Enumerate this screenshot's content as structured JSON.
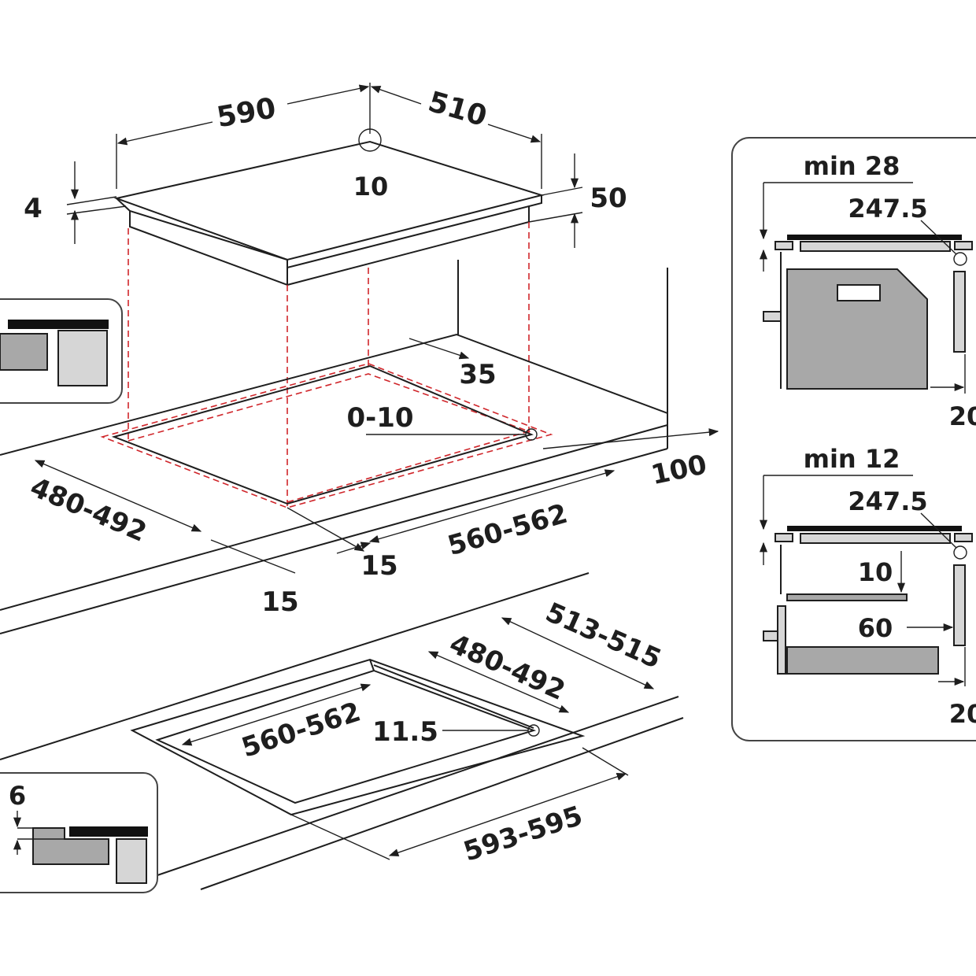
{
  "cooktop": {
    "width": "590",
    "depth": "510",
    "corner_radius": "10",
    "glass_thickness": "4",
    "total_height": "50"
  },
  "cutout_standard": {
    "rear_clearance": "35",
    "clip_radius": "0-10",
    "cut_depth": "480-492",
    "cut_width": "560-562",
    "side_clearance": "100",
    "front_clearance_left": "15",
    "front_clearance_right": "15"
  },
  "cutout_flush": {
    "outer_depth": "513-515",
    "inner_depth": "480-492",
    "inner_width": "560-562",
    "corner_radius": "11.5",
    "outer_width": "593-595",
    "recess_depth": "6"
  },
  "installation_oven": {
    "min_clearance": "min 28",
    "distance": "247.5",
    "bottom_gap": "20"
  },
  "installation_drawer": {
    "min_clearance": "min 12",
    "distance": "247.5",
    "gap_panel": "10",
    "gap_rear": "60",
    "bottom_gap": "20"
  },
  "colors": {
    "lines": "#1e1e1e",
    "cut_guides": "#d0262b",
    "panel_fill": "#a8a8a8"
  }
}
